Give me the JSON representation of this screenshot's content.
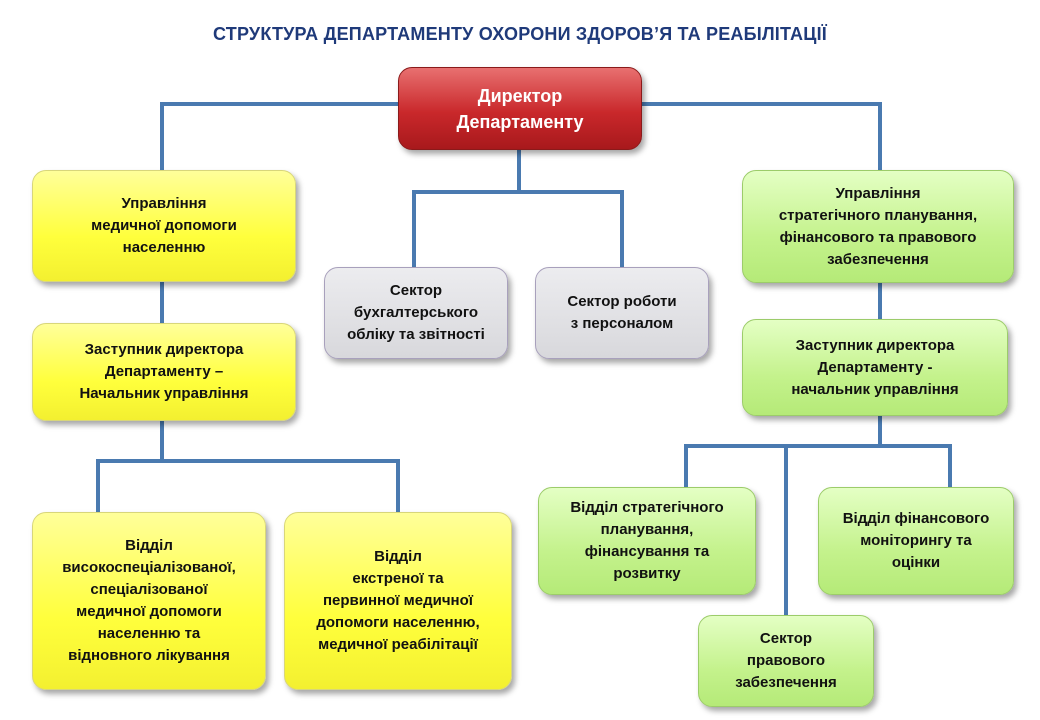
{
  "title": "СТРУКТУРА ДЕПАРТАМЕНТУ ОХОРОНИ ЗДОРОВ’Я ТА  РЕАБІЛІТАЦІЇ",
  "colors": {
    "connector": "#4a7ab0",
    "director_fill": "#c9282b",
    "yellow_fill": "#ffff3c",
    "green_fill": "#c4f28c",
    "gray_fill": "#d8d8dc",
    "title_text": "#1f3a7a"
  },
  "nodes": {
    "director": "Директор\nДепартаменту",
    "medical_management": "Управління\nмедичної  допомоги\nнаселенню",
    "accounting_sector": "Сектор\nбухгалтерського\nобліку та звітності",
    "personnel_sector": "Сектор роботи\nз персоналом",
    "strategic_management": "Управління\nстратегічного  планування,\nфінансового  та правового\nзабезпечення",
    "deputy_left": "Заступник директора\nДепартаменту  –\nНачальник  управління",
    "deputy_right": "Заступник директора\nДепартаменту  -\nначальник  управління",
    "dept_specialized": "Відділ\nвисокоспеціалізованої,\nспеціалізованої\nмедичної допомоги\nнаселенню та\nвідновного   лікування",
    "dept_emergency": "Відділ\nекстреної  та\nпервинної  медичної\nдопомоги населенню,\nмедичної реабілітації",
    "dept_strategic_planning": "Відділ  стратегічного\nпланування,\nфінансування  та\nрозвитку",
    "dept_financial_monitoring": "Відділ  фінансового\nмоніторингу  та\nоцінки",
    "legal_sector": "Сектор\nправового\nзабезпечення"
  }
}
